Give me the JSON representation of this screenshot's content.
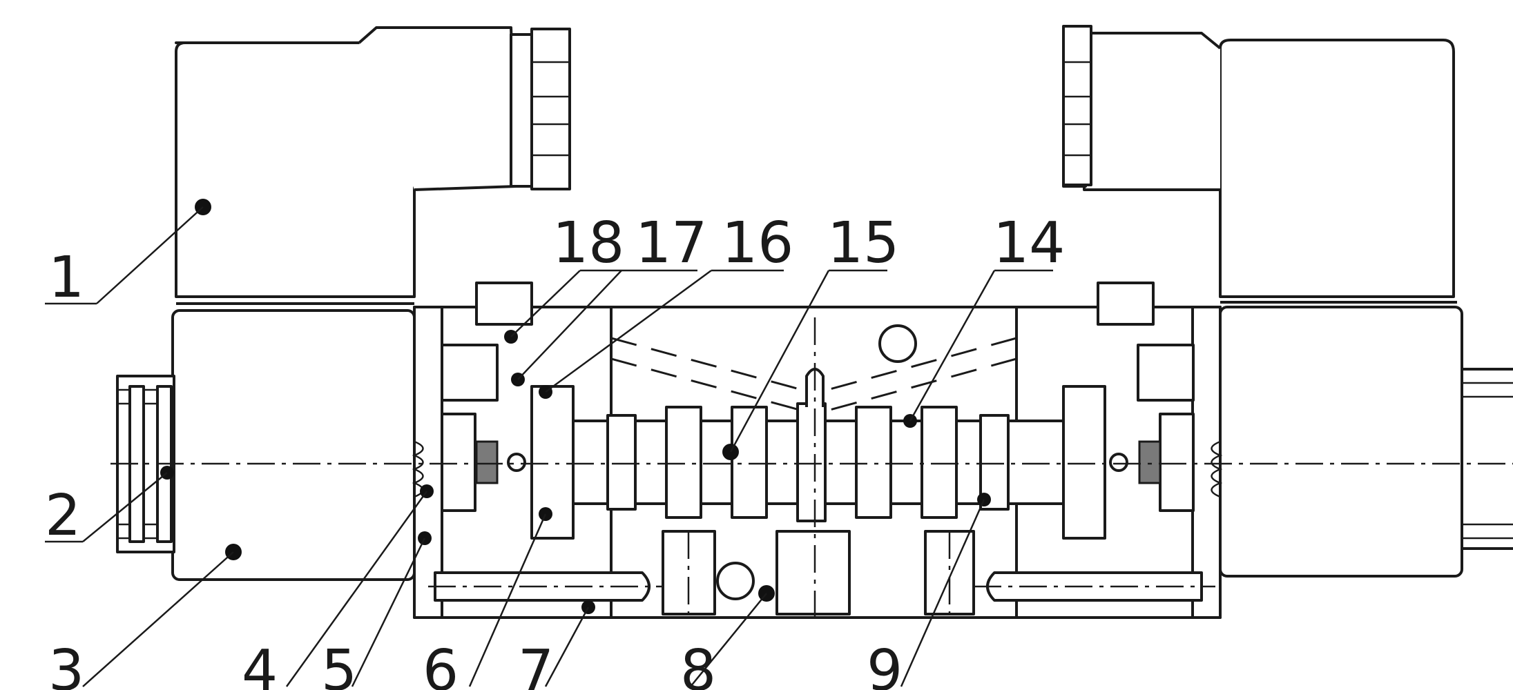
{
  "callouts": [
    {
      "id": "1",
      "label": "1"
    },
    {
      "id": "2",
      "label": "2"
    },
    {
      "id": "3",
      "label": "3"
    },
    {
      "id": "4",
      "label": "4"
    },
    {
      "id": "5",
      "label": "5"
    },
    {
      "id": "6",
      "label": "6"
    },
    {
      "id": "7",
      "label": "7"
    },
    {
      "id": "8",
      "label": "8"
    },
    {
      "id": "9",
      "label": "9"
    },
    {
      "id": "14",
      "label": "14"
    },
    {
      "id": "15",
      "label": "15"
    },
    {
      "id": "16",
      "label": "16"
    },
    {
      "id": "17",
      "label": "17"
    },
    {
      "id": "18",
      "label": "18"
    }
  ],
  "colors": {
    "line": "#1a1a1a",
    "background": "#ffffff",
    "armature": "#7a7a7a"
  }
}
